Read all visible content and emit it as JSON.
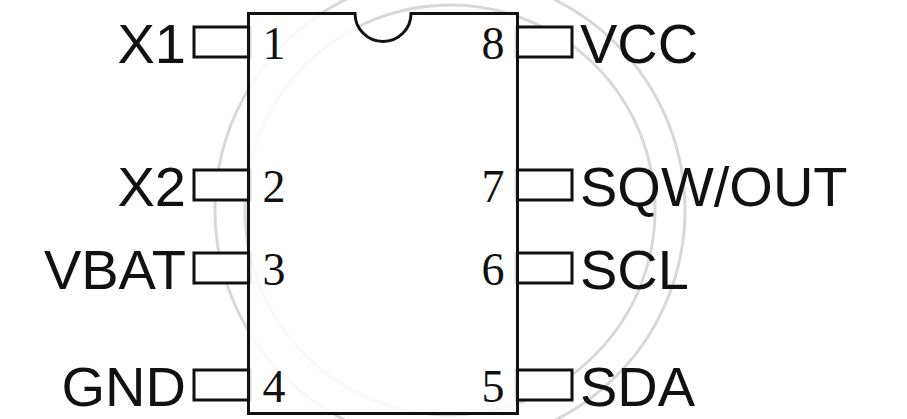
{
  "diagram": {
    "nodes": [
      {
        "text": [
          "1",
          "8",
          "2",
          "7",
          "3",
          "6",
          "4",
          "5"
        ]
      }
    ],
    "labels": [
      "X1",
      "VCC",
      "X2",
      "SQW/OUT",
      "VBAT",
      "SCL",
      "GND",
      "SDA"
    ]
  }
}
